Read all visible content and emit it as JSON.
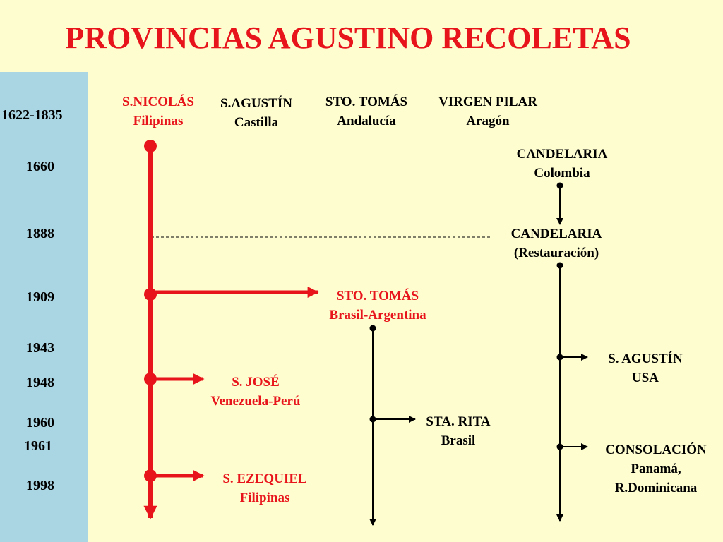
{
  "title": "PROVINCIAS AGUSTINO RECOLETAS",
  "years": [
    "1622-1835",
    "1660",
    "1888",
    "1909",
    "1943",
    "1948",
    "1960",
    "1961",
    "1998"
  ],
  "provinces": {
    "nicolas": {
      "name": "S.NICOLÁS",
      "place": "Filipinas"
    },
    "agustin_castilla": {
      "name": "S.AGUSTÍN",
      "place": "Castilla"
    },
    "tomas_andalucia": {
      "name": "STO. TOMÁS",
      "place": "Andalucía"
    },
    "virgen_pilar": {
      "name": "VIRGEN PILAR",
      "place": "Aragón"
    },
    "candelaria": {
      "name": "CANDELARIA",
      "place": "Colombia"
    },
    "candelaria_rest": {
      "name": "CANDELARIA",
      "place": "(Restauración)"
    },
    "tomas_brasil": {
      "name": "STO. TOMÁS",
      "place": "Brasil-Argentina"
    },
    "agustin_usa": {
      "name": "S. AGUSTÍN",
      "place": "USA"
    },
    "jose": {
      "name": "S. JOSÉ",
      "place": "Venezuela-Perú"
    },
    "rita": {
      "name": "STA. RITA",
      "place": "Brasil"
    },
    "consolacion": {
      "name": "CONSOLACIÓN",
      "place": "Panamá,",
      "place2": "R.Dominicana"
    },
    "ezequiel": {
      "name": "S. EZEQUIEL",
      "place": "Filipinas"
    }
  },
  "colors": {
    "red": "#e8141b",
    "black": "#000000",
    "sidebar": "#aad6e4",
    "background": "#fefdd0"
  }
}
